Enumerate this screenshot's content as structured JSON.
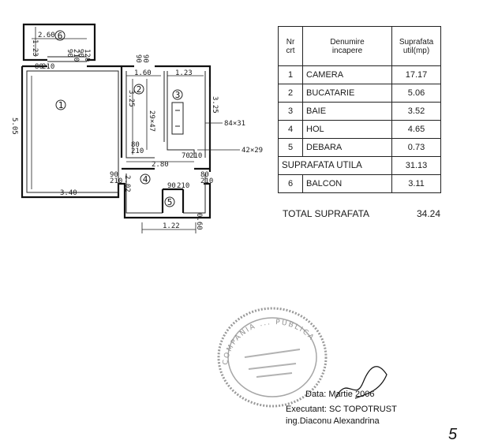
{
  "plan_labels": {
    "balcony_width": "2.60",
    "balcony_height": "1.23",
    "balcony_door_a": "90",
    "balcony_door_b": "210",
    "balcony_door_c": "90",
    "balcony_door_d": "120",
    "room1_door_a": "80",
    "room1_door_b": "210",
    "kitchen_door_a": "90",
    "kitchen_door_b": "90",
    "kitchen_width": "1.60",
    "kitchen_depth": "3.25",
    "kitchen_niche": "29×47",
    "kitchen_lower_a": "80",
    "kitchen_lower_b": "210",
    "bath_width": "1.23",
    "bath_depth": "3.25",
    "bath_vent": "84×31",
    "bath_door_a": "70",
    "bath_door_b": "210",
    "pantry_opening": "42×29",
    "room1_depth": "5.05",
    "room1_width": "3.40",
    "hall_width": "2.80",
    "hall_door_a": "90",
    "hall_door_b": "210",
    "hall_depth": "2.02",
    "hall_door_c": "80",
    "hall_door_d": "210",
    "entry_door_a": "90",
    "entry_door_b": "210",
    "pantry_width": "1.22",
    "pantry_depth": "0.60"
  },
  "room_numbers": [
    "1",
    "2",
    "3",
    "4",
    "5",
    "6"
  ],
  "table": {
    "headers": {
      "nr": [
        "Nr",
        "crt"
      ],
      "name": [
        "Denumire",
        "incapere"
      ],
      "area": [
        "Suprafata",
        "util(mp)"
      ]
    },
    "rows": [
      {
        "nr": "1",
        "name": "CAMERA",
        "area": "17.17"
      },
      {
        "nr": "2",
        "name": "BUCATARIE",
        "area": "5.06"
      },
      {
        "nr": "3",
        "name": "BAIE",
        "area": "3.52"
      },
      {
        "nr": "4",
        "name": "HOL",
        "area": "4.65"
      },
      {
        "nr": "5",
        "name": "DEBARA",
        "area": "0.73"
      }
    ],
    "useful_label": "SUPRAFATA UTILA",
    "useful_value": "31.13",
    "balcony": {
      "nr": "6",
      "name": "BALCON",
      "area": "3.11"
    }
  },
  "total": {
    "label": "TOTAL SUPRAFATA",
    "value": "34.24"
  },
  "stamp_text": "COMPANIA ... PUBLICA",
  "footer": {
    "date_line": "Data: Martie 2006",
    "executant_line": "Executant: SC TOPOTRUST",
    "engineer_line": "ing.Diaconu Alexandrina",
    "page_mark": "5"
  },
  "colors": {
    "ink": "#111111",
    "paper": "#ffffff",
    "stamp": "#9a9a9a"
  }
}
